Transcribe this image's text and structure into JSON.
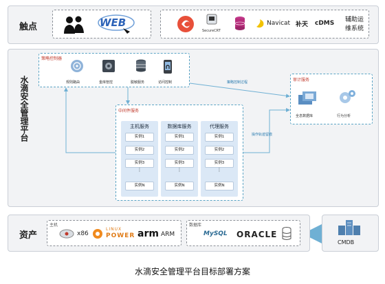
{
  "touch": {
    "title": "触点",
    "web_text": "WEB",
    "tools": [
      "SecureCRT",
      "Navicat",
      "补天",
      "cDMS",
      "辅助运",
      "维系统"
    ]
  },
  "platform": {
    "title": "水滴安全管理平台",
    "policy": {
      "title": "策略控制器",
      "items": [
        "规则路由",
        "金库管控",
        "脱敏服务",
        "访问控制"
      ]
    },
    "middleware": {
      "title": "中间件服务",
      "columns": [
        {
          "name": "主机服务",
          "instances": [
            "实例1",
            "实例2",
            "实例3",
            "实例N"
          ]
        },
        {
          "name": "数据库服务",
          "instances": [
            "实例1",
            "实例2",
            "实例3",
            "实例N"
          ]
        },
        {
          "name": "代理服务",
          "instances": [
            "实例1",
            "实例2",
            "实例3",
            "实例N"
          ]
        }
      ]
    },
    "audit": {
      "title": "审计服务",
      "items": [
        "全息数据库",
        "行为分析"
      ]
    },
    "flows": {
      "policy_to_audit": "策略控制过程",
      "middleware_to_audit": "操作轨迹留痕"
    }
  },
  "assets": {
    "title": "资产",
    "host_label": "主机",
    "hosts": [
      "x86",
      "LINUX",
      "POWER",
      "arm",
      "ARM"
    ],
    "db_label": "数据库",
    "dbs": [
      "MySQL",
      "ORACLE"
    ],
    "cmdb": "CMDB"
  },
  "caption": "水滴安全管理平台目标部署方案"
}
